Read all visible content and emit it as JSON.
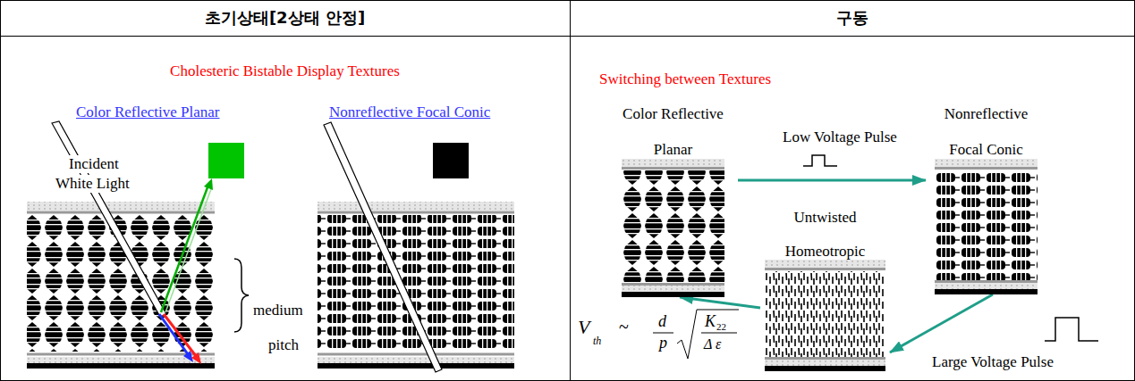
{
  "diagram": {
    "nodes": [
      {
        "text": [
          "Color Reflective Planar"
        ]
      },
      {
        "text": [
          "Nonreflective Focal Conic"
        ]
      },
      {
        "text": [
          "Untwisted Homeotropic"
        ]
      }
    ],
    "edges": [
      {
        "from": 0,
        "to": 1,
        "arrow": "to",
        "label": "Low Voltage Pulse"
      },
      {
        "from": 1,
        "to": 2,
        "arrow": "to",
        "label": "Large Voltage Pulse"
      },
      {
        "from": 2,
        "to": 0,
        "arrow": "to"
      }
    ],
    "labels": [
      "초기상태[2상태 안정]",
      "구동",
      "Cholesteric Bistable Display Textures",
      "Color Reflective Planar",
      "Nonreflective Focal Conic",
      "Incident",
      "White Light",
      "medium",
      "pitch",
      "Switching between Textures",
      "V",
      "th",
      "~",
      "d",
      "p",
      "K",
      "22",
      "Δ ε"
    ]
  }
}
